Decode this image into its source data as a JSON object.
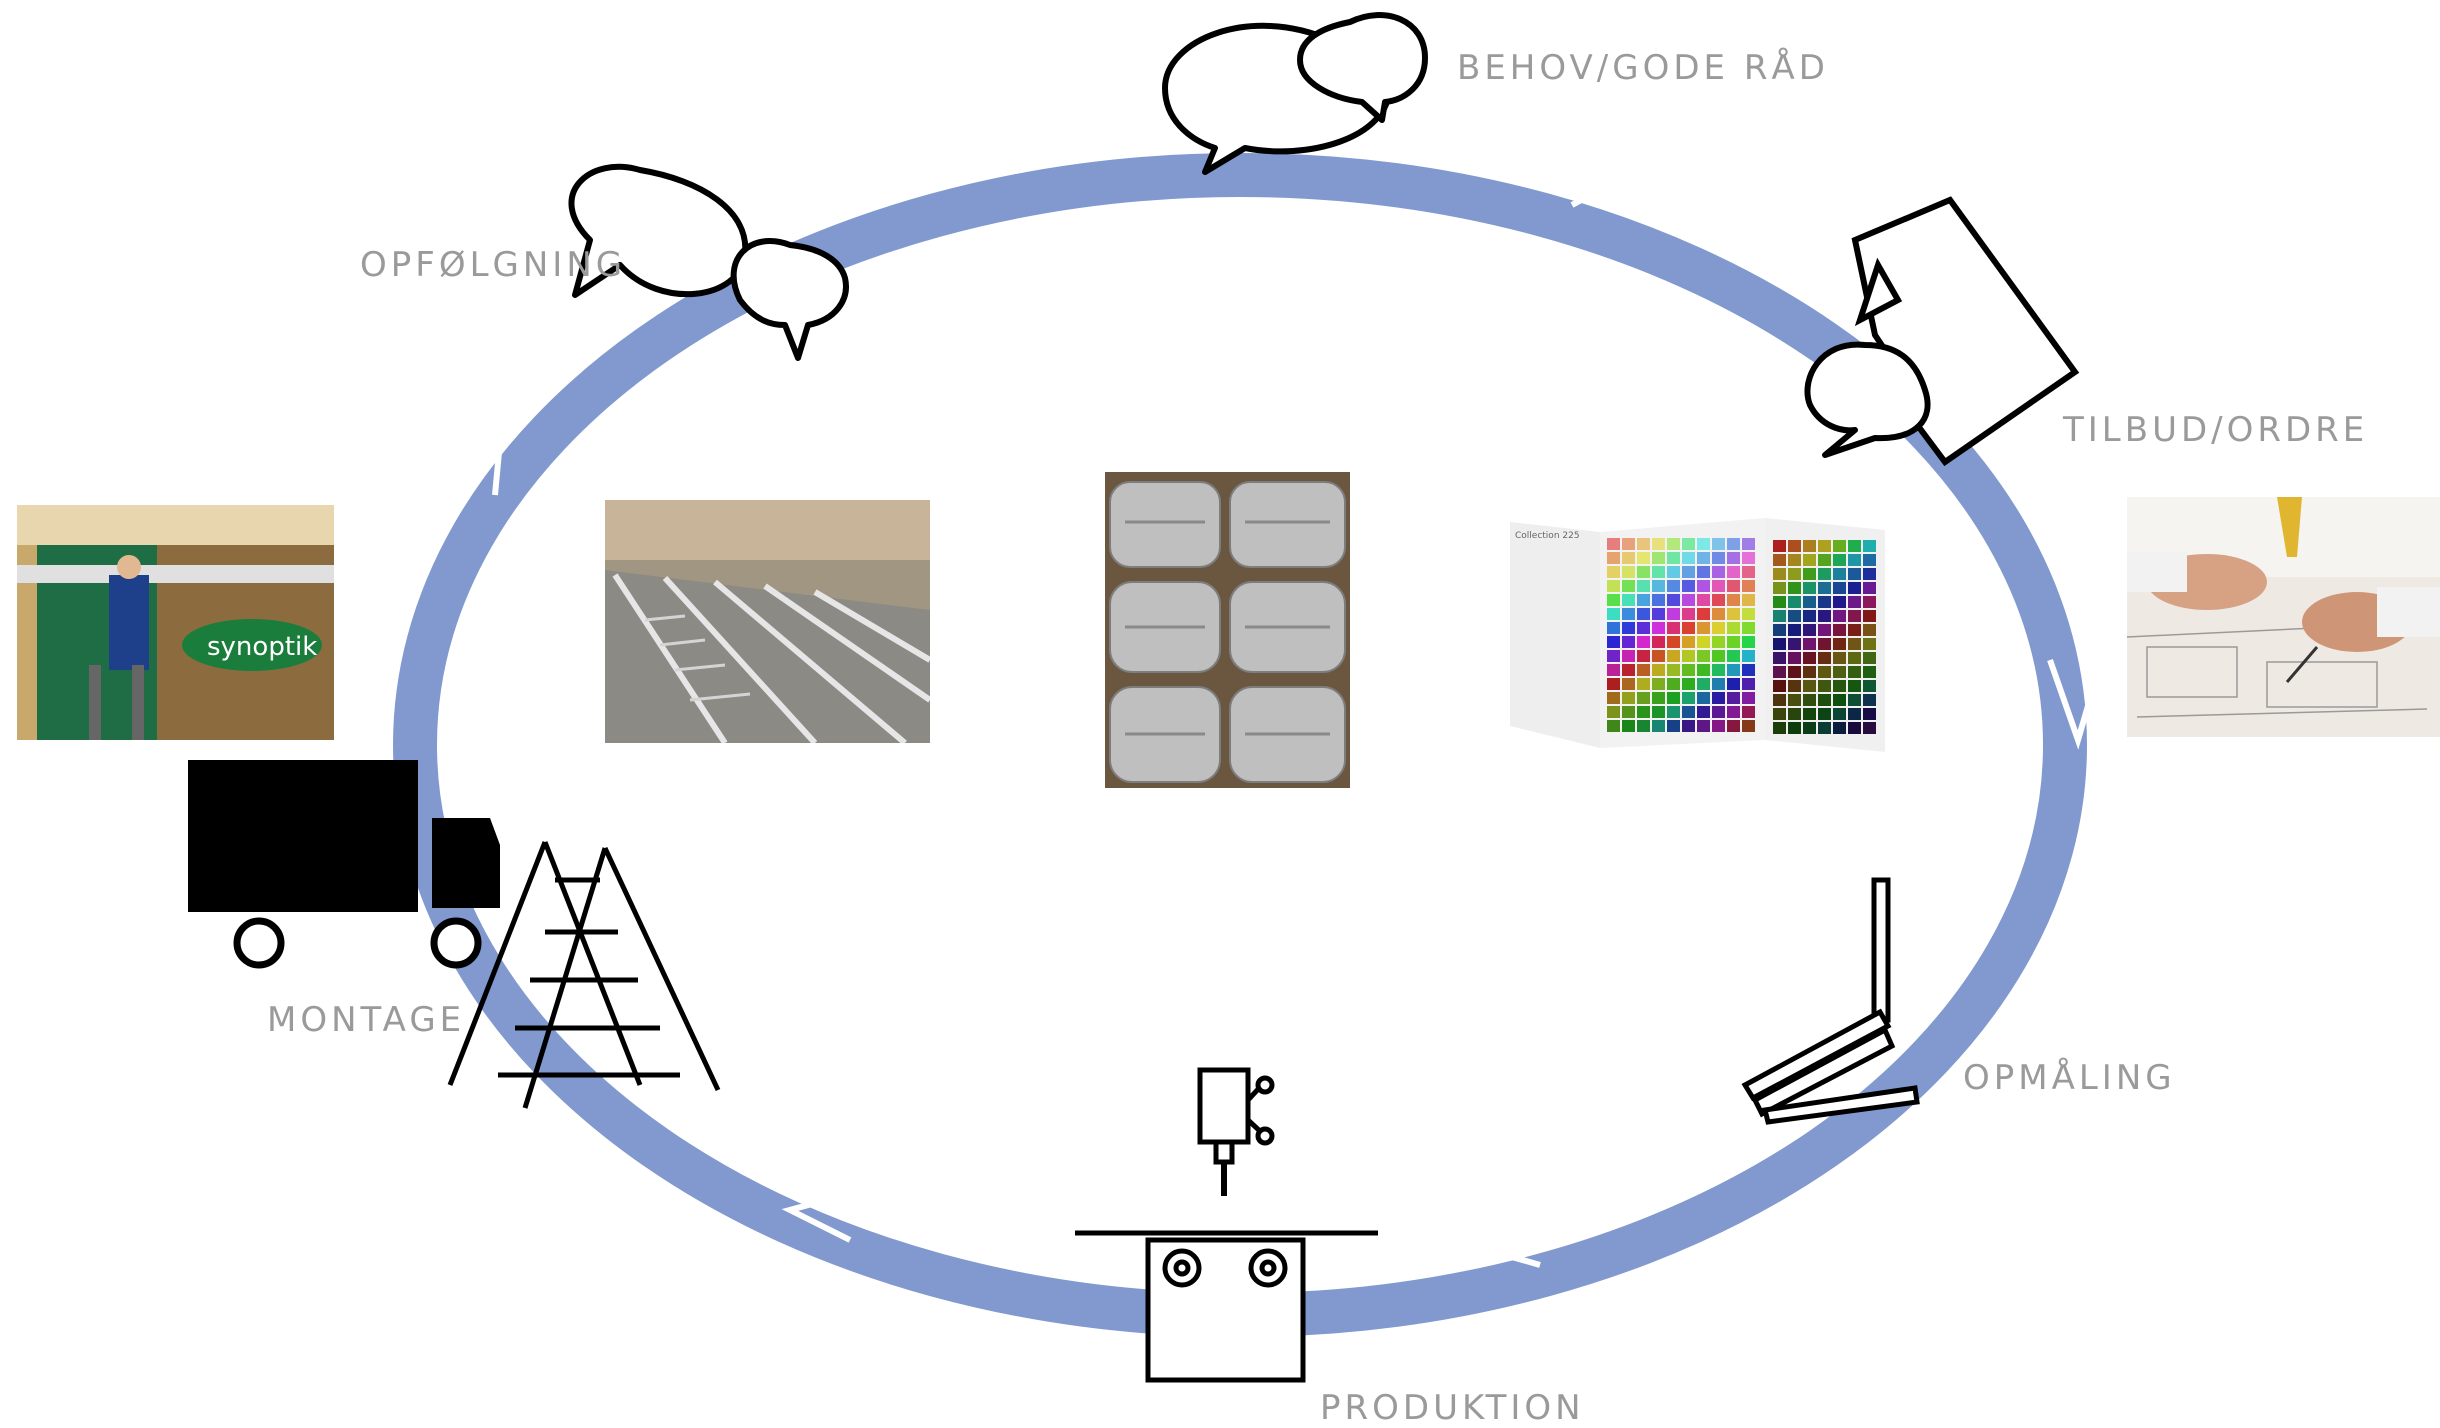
{
  "diagram": {
    "cycle_color": "#8199cf",
    "steps": [
      {
        "id": "behov",
        "label": "BEHOV/GODE RÅD",
        "icon": "speech-bubbles-icon"
      },
      {
        "id": "tilbud",
        "label": "TILBUD/ORDRE",
        "icon": "document-speech-bubble-icon"
      },
      {
        "id": "opmaaling",
        "label": "OPMÅLING",
        "icon": "folding-ruler-icon"
      },
      {
        "id": "produktion",
        "label": "PRODUKTION",
        "icon": "machine-icon"
      },
      {
        "id": "montage",
        "label": "MONTAGE",
        "icon": "truck-ladder-icon"
      },
      {
        "id": "opfoelgning",
        "label": "OPFØLGNING",
        "icon": "speech-bubbles-icon"
      }
    ],
    "photos": [
      {
        "id": "installer-photo",
        "subject": "technician mounting awning on shop front",
        "sign_text": "synoptik"
      },
      {
        "id": "frames-photo",
        "subject": "aluminium frames in workshop"
      },
      {
        "id": "profiles-photo",
        "subject": "stacked aluminium profiles"
      },
      {
        "id": "color-chart-photo",
        "subject": "color sample fan",
        "chart_title": "Collection 225"
      },
      {
        "id": "planning-photo",
        "subject": "hands with pen over technical drawing"
      }
    ]
  }
}
